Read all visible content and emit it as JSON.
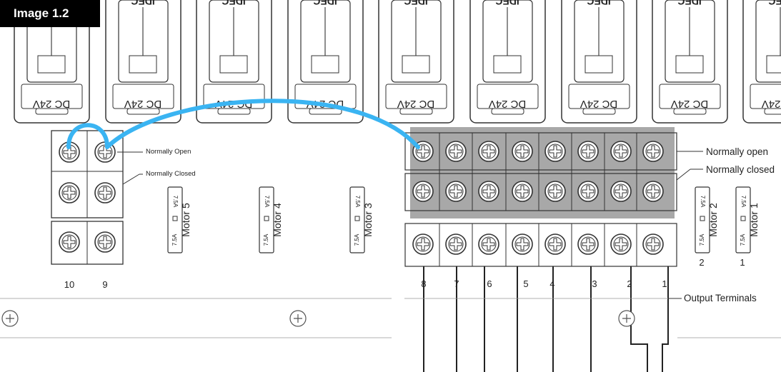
{
  "header": {
    "tag": "Image 1.2"
  },
  "relays": {
    "label": "DC 24V",
    "brand": "IDEC",
    "count": 9
  },
  "left_block": {
    "normally_open": "Normally Open",
    "normally_closed": "Normally Closed",
    "numbers": [
      "10",
      "9"
    ]
  },
  "fuses": [
    {
      "name": "Motor 5",
      "rating": "7.5A"
    },
    {
      "name": "Motor 4",
      "rating": "7.5A"
    },
    {
      "name": "Motor 3",
      "rating": "7.5A"
    },
    {
      "name": "Motor 2",
      "rating": "7.5A",
      "number": "2"
    },
    {
      "name": "Motor 1",
      "rating": "7.5A",
      "number": "1"
    }
  ],
  "right_block": {
    "normally_open": "Normally open",
    "normally_closed": "Normally closed",
    "output_terminals": "Output Terminals",
    "numbers": [
      "8",
      "7",
      "6",
      "5",
      "4",
      "3",
      "2",
      "1"
    ]
  },
  "colors": {
    "jumper": "#3ab4f2",
    "shade": "#a8a8a8",
    "line": "#333333"
  }
}
